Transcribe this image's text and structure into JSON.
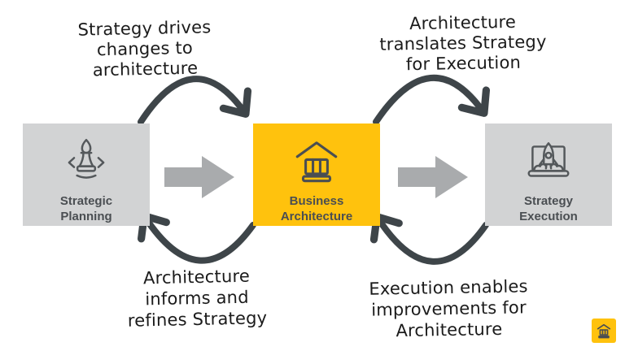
{
  "slide": {
    "background": "#FFFFFF"
  },
  "colors": {
    "accent_yellow": "#FFC20D",
    "box_gray": "#D2D3D4",
    "flow_arrow_gray": "#A9ABAD",
    "arc_dark": "#3E4549",
    "icon_gray": "#54585B",
    "label_gray": "#4A4E52",
    "ink": "#1B1B1B"
  },
  "annotations": {
    "top_left": {
      "lines": [
        "Strategy drives",
        "changes to",
        "architecture"
      ]
    },
    "top_right": {
      "lines": [
        "Architecture",
        "translates Strategy",
        "for Execution"
      ]
    },
    "bottom_left": {
      "lines": [
        "Architecture",
        "informs and",
        "refines Strategy"
      ]
    },
    "bottom_right": {
      "lines": [
        "Execution enables",
        "improvements for",
        "Architecture"
      ]
    }
  },
  "boxes": {
    "strategic_planning": {
      "lines": [
        "Strategic",
        "Planning"
      ],
      "icon": "chess-pawn-icon",
      "variant": "gray"
    },
    "business_architecture": {
      "lines": [
        "Business",
        "Architecture"
      ],
      "icon": "bank-icon",
      "variant": "yellow"
    },
    "strategy_execution": {
      "lines": [
        "Strategy",
        "Execution"
      ],
      "icon": "rocket-laptop-icon",
      "variant": "gray"
    }
  },
  "logo": {
    "icon": "bank-logo-icon"
  }
}
